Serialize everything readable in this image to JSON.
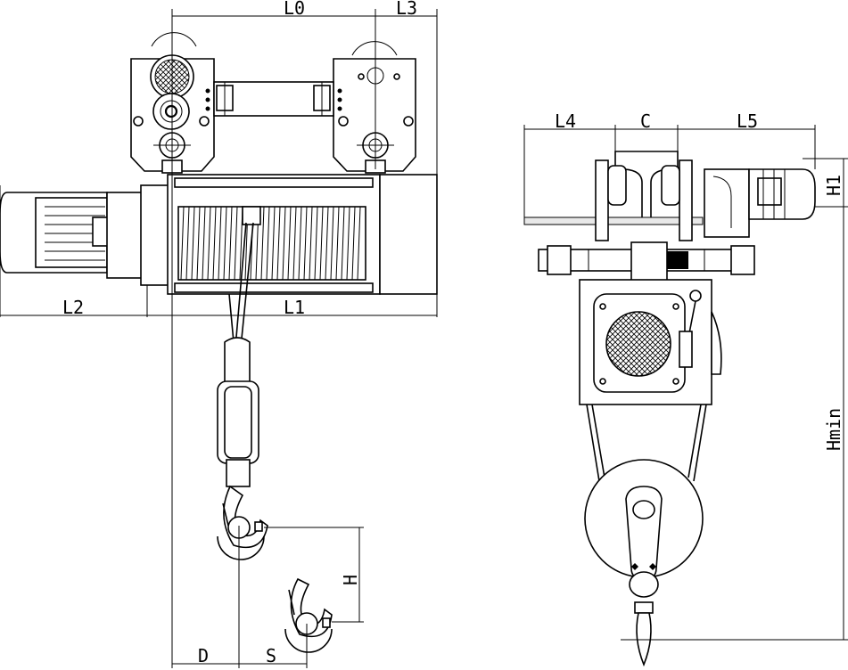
{
  "labels": {
    "L0": "L0",
    "L3": "L3",
    "L2": "L2",
    "L1": "L1",
    "H": "H",
    "D": "D",
    "S": "S",
    "L4": "L4",
    "C": "C",
    "L5": "L5",
    "H1": "H1",
    "Hmin": "Hmin"
  }
}
